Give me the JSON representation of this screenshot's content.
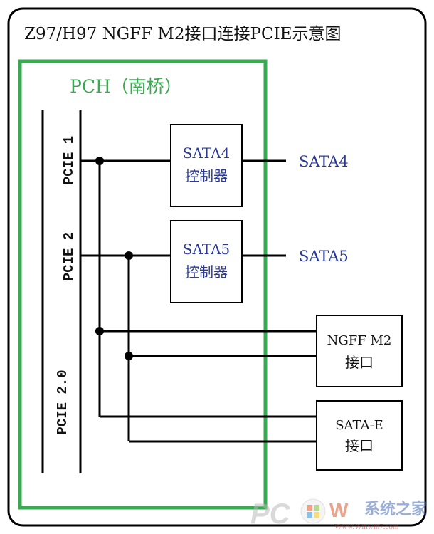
{
  "title": "Z97/H97 NGFF M2接口连接PCIE示意图",
  "pch_label": "PCH（南桥）",
  "lanes": {
    "pcie1": "PCIE 1",
    "pcie2": "PCIE 2",
    "pcie20": "PCIE 2.0"
  },
  "controllers": [
    {
      "line1": "SATA4",
      "line2": "控制器",
      "output": "SATA4"
    },
    {
      "line1": "SATA5",
      "line2": "控制器",
      "output": "SATA5"
    }
  ],
  "ports": [
    {
      "line1": "NGFF M2",
      "line2": "接口"
    },
    {
      "line1": "SATA-E",
      "line2": "接口"
    }
  ],
  "watermark": {
    "logo": "PC Win7系统之家",
    "url": "Www.Winwin7.com"
  },
  "colors": {
    "green": "#3aaa52",
    "blue": "#2b3a94",
    "black": "#000000"
  }
}
